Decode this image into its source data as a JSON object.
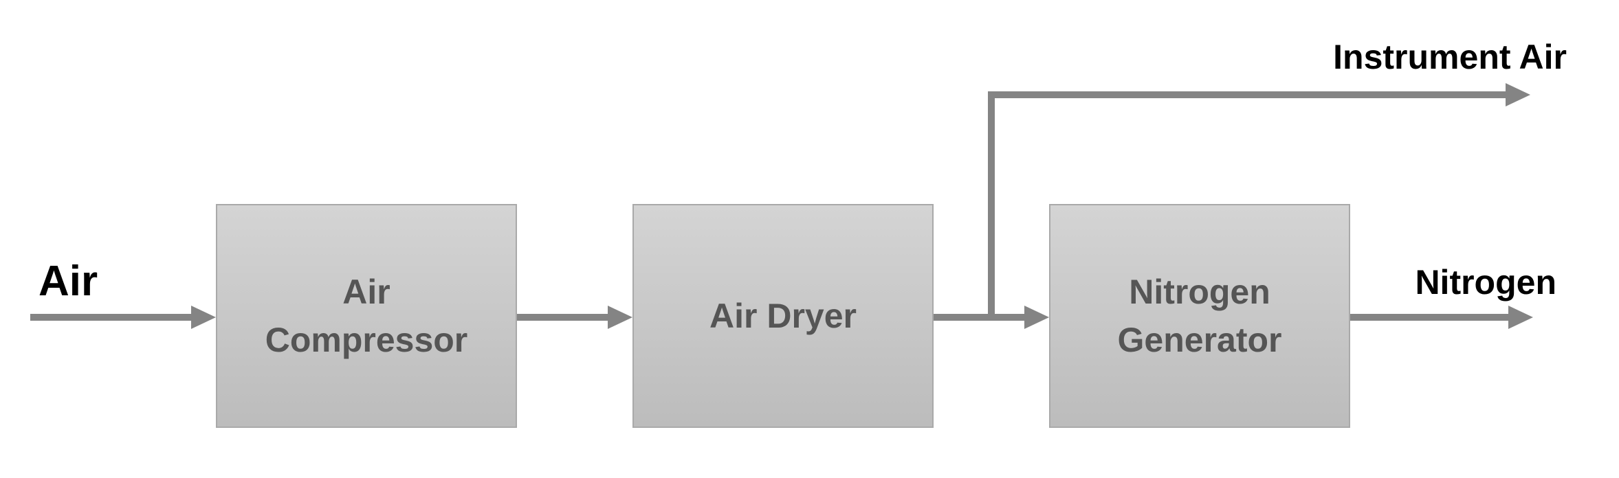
{
  "diagram": {
    "type": "block-flow",
    "line_color": "#848484",
    "box_fill_top": "#d4d4d4",
    "box_fill_bottom": "#bcbcbc",
    "box_text_color": "#555555",
    "input_label": "Air",
    "blocks": [
      {
        "id": "air-compressor",
        "label": "Air\nCompressor"
      },
      {
        "id": "air-dryer",
        "label": "Air Dryer"
      },
      {
        "id": "nitrogen-generator",
        "label": "Nitrogen\nGenerator"
      }
    ],
    "outputs": {
      "branch_label": "Instrument Air",
      "main_label": "Nitrogen"
    }
  }
}
